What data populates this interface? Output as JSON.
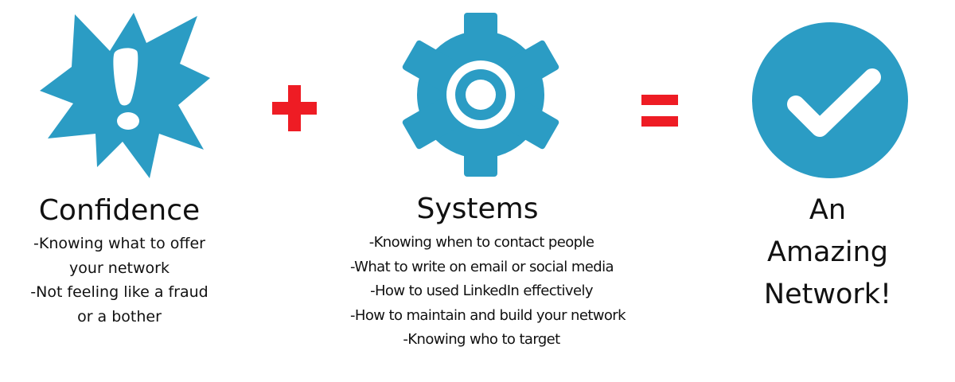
{
  "colors": {
    "icon_blue": "#2b9cc4",
    "operator_red": "#ee1c24",
    "text": "#111111"
  },
  "equation": {
    "left": {
      "icon": "exclamation-burst-icon",
      "title": "Confidence",
      "lines": [
        "-Knowing what to offer",
        "your network",
        "-Not feeling like a fraud",
        "or a bother"
      ]
    },
    "operator_plus": {
      "icon": "plus-icon"
    },
    "middle": {
      "icon": "gear-icon",
      "title": "Systems",
      "lines": [
        "-Knowing when to contact people",
        "-What to write on email or social media",
        "-How to used LinkedIn effectively",
        "-How to maintain and build your network",
        "-Knowing who to target"
      ]
    },
    "operator_equals": {
      "icon": "equals-icon"
    },
    "result": {
      "icon": "check-circle-icon",
      "lines": [
        "An",
        "Amazing",
        "Network!"
      ]
    }
  }
}
